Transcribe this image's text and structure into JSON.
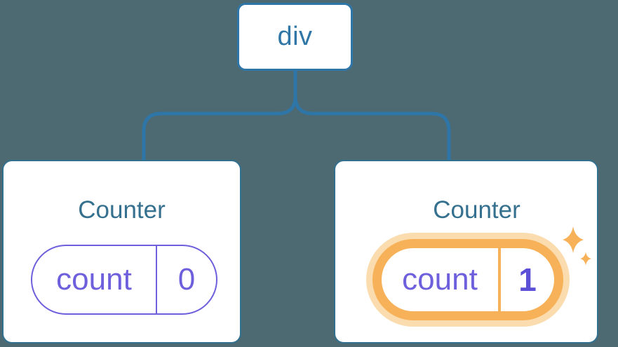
{
  "diagram": {
    "description": "React component tree diagram: a div root with two Counter children; second Counter state updated",
    "root": {
      "label": "div"
    },
    "children": [
      {
        "title": "Counter",
        "state": {
          "key": "count",
          "value": "0"
        },
        "highlighted": false
      },
      {
        "title": "Counter",
        "state": {
          "key": "count",
          "value": "1"
        },
        "highlighted": true
      }
    ]
  },
  "colors": {
    "background": "#4D6A72",
    "node_fill": "#FFFFFF",
    "edge_blue": "#2E76A8",
    "card_border": "#31708F",
    "title_blue": "#35708E",
    "state_purple": "#6E5FDC",
    "state_value_bold_purple": "#5B50D6",
    "highlight_orange": "#F7B158",
    "highlight_halo": "#FBDCAE"
  },
  "icons": {
    "sparkle_large": "four-point-sparkle",
    "sparkle_small": "four-point-sparkle"
  }
}
